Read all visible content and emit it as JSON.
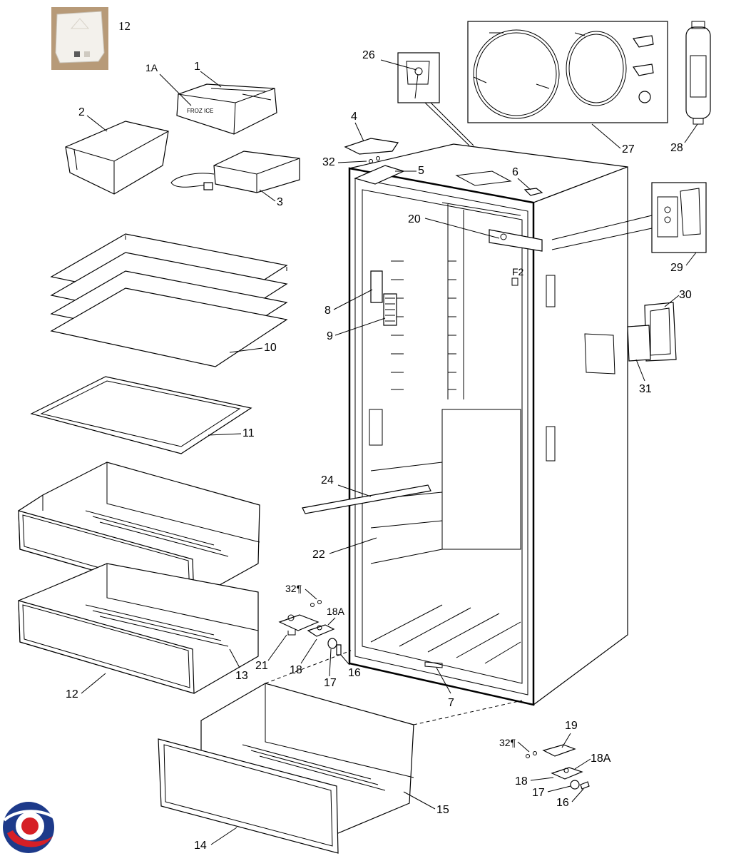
{
  "labels": {
    "p1": "1",
    "p1a": "1A",
    "p1a_text": "FROZ ICE",
    "p2": "2",
    "p3": "3",
    "p4": "4",
    "p5": "5",
    "p6": "6",
    "p7": "7",
    "p8": "8",
    "p9": "9",
    "p10": "10",
    "p11": "11",
    "p12_photo": "12",
    "p12": "12",
    "p13": "13",
    "p14": "14",
    "p15": "15",
    "p16a": "16",
    "p16b": "16",
    "p17a": "17",
    "p17b": "17",
    "p18a": "18",
    "p18b": "18",
    "p18A_a": "18A",
    "p18A_b": "18A",
    "p19": "19",
    "p20": "20",
    "p21": "21",
    "p22": "22",
    "p24": "24",
    "p26": "26",
    "p27": "27",
    "p28": "28",
    "p29": "29",
    "p30": "30",
    "p31": "31",
    "p32a": "32",
    "p32b": "32¶",
    "p32c": "32¶"
  },
  "colors": {
    "logo_blue": "#1d3a8a",
    "logo_red": "#d61f26",
    "photo_bg": "#b79a78",
    "photo_box": "#f3f1ec"
  },
  "icons": [
    "brand-logo-icon"
  ]
}
